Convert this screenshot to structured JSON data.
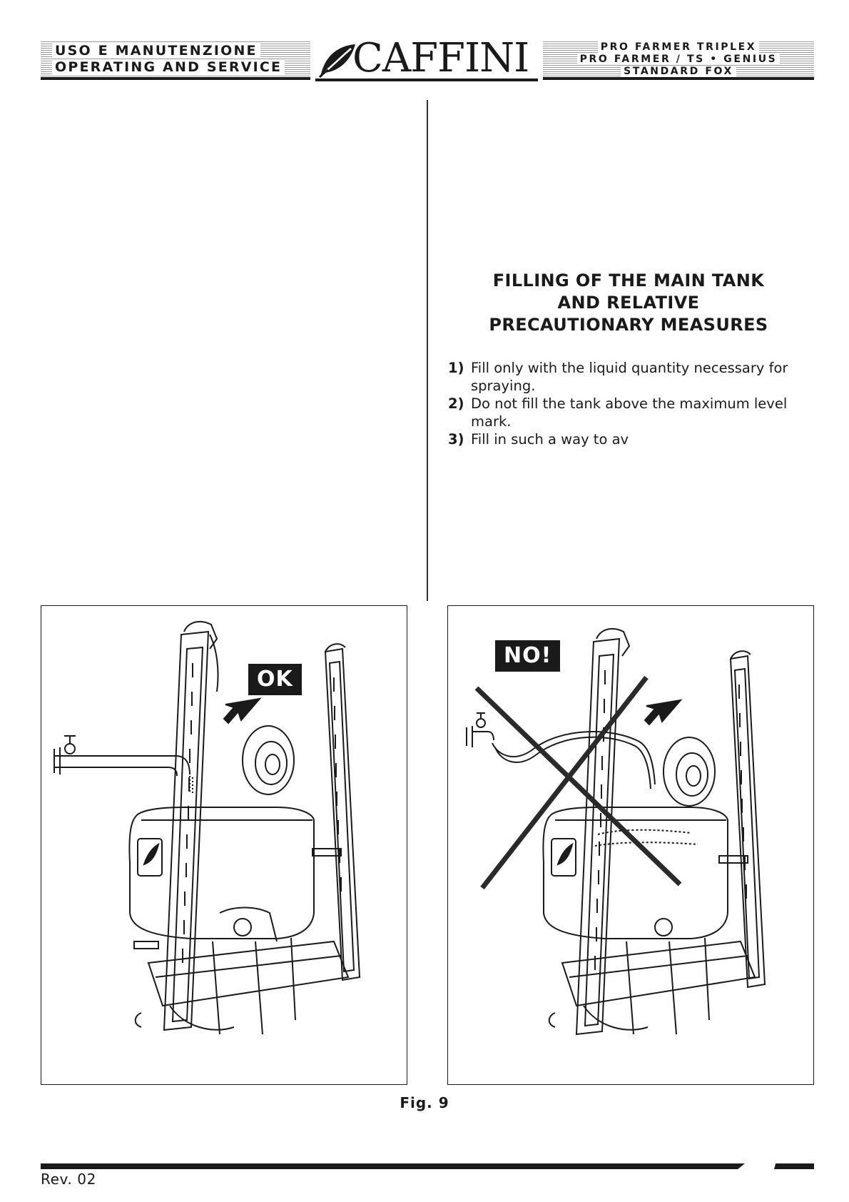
{
  "header": {
    "left_lines": [
      "USO E MANUTENZIONE",
      "OPERATING AND SERVICE"
    ],
    "brand": "CAFFINI",
    "right_lines": [
      "PRO FARMER TRIPLEX",
      "PRO FARMER / TS • GENIUS",
      "STANDARD FOX"
    ]
  },
  "section": {
    "title_lines": [
      "FILLING OF THE MAIN TANK",
      "AND RELATIVE",
      "PRECAUTIONARY MEASURES"
    ],
    "items": [
      {
        "num": "1)",
        "text": "Fill only with the liquid quantity necessary for spraying."
      },
      {
        "num": "2)",
        "text": "Do not fill the tank above the maximum level mark."
      },
      {
        "num": "3)",
        "text": "Fill in such a way to av"
      }
    ]
  },
  "figure": {
    "left_badge": "OK",
    "right_badge": "NO!",
    "caption": "Fig. 9"
  },
  "footer": {
    "revision": "Rev. 02"
  },
  "colors": {
    "ink": "#1a1a1a",
    "paper": "#ffffff"
  }
}
